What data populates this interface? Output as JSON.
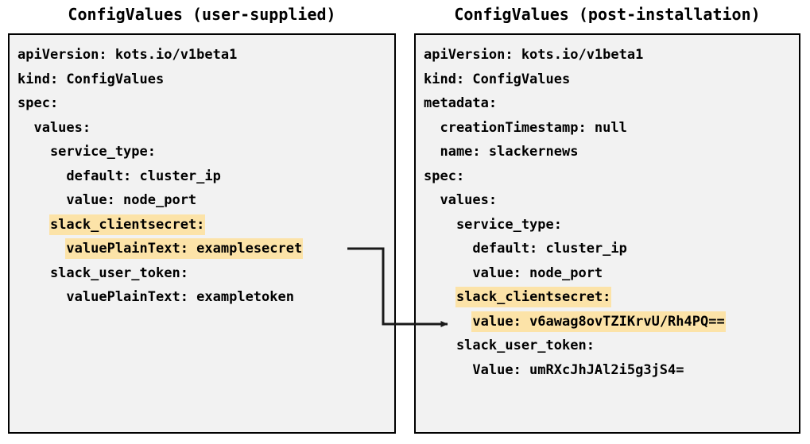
{
  "diagram": {
    "type": "comparison-diagram",
    "background_color": "#ffffff",
    "panel_background": "#f2f2f2",
    "highlight_color": "#fce3a8",
    "border_color": "#000000"
  },
  "panels": {
    "left": {
      "title": "ConfigValues (user-supplied)",
      "lines": [
        {
          "segments": [
            {
              "text": "apiVersion: kots.io/v1beta1",
              "highlight": false
            }
          ]
        },
        {
          "segments": [
            {
              "text": "kind: ConfigValues",
              "highlight": false
            }
          ]
        },
        {
          "segments": [
            {
              "text": "spec:",
              "highlight": false
            }
          ]
        },
        {
          "segments": [
            {
              "text": "  values:",
              "highlight": false
            }
          ]
        },
        {
          "segments": [
            {
              "text": "    service_type:",
              "highlight": false
            }
          ]
        },
        {
          "segments": [
            {
              "text": "      default: cluster_ip",
              "highlight": false
            }
          ]
        },
        {
          "segments": [
            {
              "text": "      value: node_port",
              "highlight": false
            }
          ]
        },
        {
          "segments": [
            {
              "text": "    ",
              "highlight": false
            },
            {
              "text": "slack_clientsecret:",
              "highlight": true
            }
          ]
        },
        {
          "segments": [
            {
              "text": "      ",
              "highlight": false
            },
            {
              "text": "valuePlainText: examplesecret",
              "highlight": true
            }
          ]
        },
        {
          "segments": [
            {
              "text": "    slack_user_token:",
              "highlight": false
            }
          ]
        },
        {
          "segments": [
            {
              "text": "      valuePlainText: exampletoken",
              "highlight": false
            }
          ]
        }
      ]
    },
    "right": {
      "title": "ConfigValues (post-installation)",
      "lines": [
        {
          "segments": [
            {
              "text": "apiVersion: kots.io/v1beta1",
              "highlight": false
            }
          ]
        },
        {
          "segments": [
            {
              "text": "kind: ConfigValues",
              "highlight": false
            }
          ]
        },
        {
          "segments": [
            {
              "text": "metadata:",
              "highlight": false
            }
          ]
        },
        {
          "segments": [
            {
              "text": "  creationTimestamp: null",
              "highlight": false
            }
          ]
        },
        {
          "segments": [
            {
              "text": "  name: slackernews",
              "highlight": false
            }
          ]
        },
        {
          "segments": [
            {
              "text": "spec:",
              "highlight": false
            }
          ]
        },
        {
          "segments": [
            {
              "text": "  values:",
              "highlight": false
            }
          ]
        },
        {
          "segments": [
            {
              "text": "    service_type:",
              "highlight": false
            }
          ]
        },
        {
          "segments": [
            {
              "text": "      default: cluster_ip",
              "highlight": false
            }
          ]
        },
        {
          "segments": [
            {
              "text": "      value: node_port",
              "highlight": false
            }
          ]
        },
        {
          "segments": [
            {
              "text": "    ",
              "highlight": false
            },
            {
              "text": "slack_clientsecret:",
              "highlight": true
            }
          ]
        },
        {
          "segments": [
            {
              "text": "      ",
              "highlight": false
            },
            {
              "text": "value: v6awag8ovTZIKrvU/Rh4PQ==",
              "highlight": true
            }
          ]
        },
        {
          "segments": [
            {
              "text": "    slack_user_token:",
              "highlight": false
            }
          ]
        },
        {
          "segments": [
            {
              "text": "      Value: umRXcJhJAl2i5g3jS4=",
              "highlight": false
            }
          ]
        }
      ]
    }
  },
  "connector": {
    "name": "transform-arrow",
    "from": "examplesecret",
    "to": "v6awag8ovTZIKrvU/Rh4PQ==",
    "color": "#1a1a1a"
  }
}
